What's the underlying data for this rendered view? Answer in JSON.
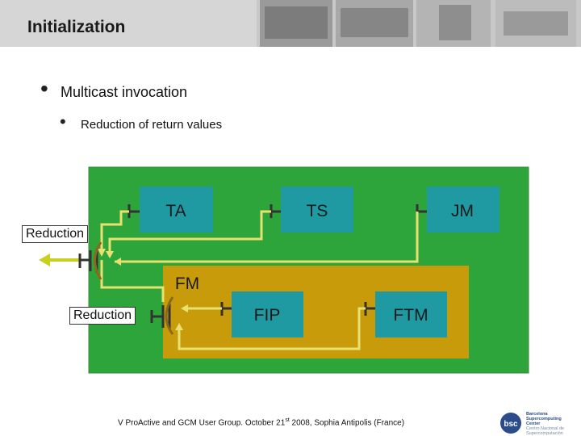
{
  "header": {
    "title": "Initialization"
  },
  "bullets": {
    "level1": "Multicast invocation",
    "level2": "Reduction of return values"
  },
  "diagram": {
    "boxes": {
      "ta": "TA",
      "ts": "TS",
      "jm": "JM",
      "fm": "FM",
      "fip": "FIP",
      "ftm": "FTM"
    },
    "reduction_top": "Reduction",
    "reduction_bottom": "Reduction",
    "colors": {
      "outer_green": "#2ea53a",
      "box_teal": "#1f9aa3",
      "fm_orange": "#c89b0a",
      "arrow_yellow": "#e8e070",
      "reduction_arrow": "#c8d020",
      "port": "#333333",
      "bracket": "#8a6a1a"
    }
  },
  "footer": {
    "text_before": "V ProActive and GCM User Group. October 21",
    "superscript": "st",
    "text_after": " 2008, Sophia Antipolis (France)"
  },
  "logo": {
    "badge": "bsc",
    "name_line1": "Barcelona",
    "name_line2": "Supercomputing",
    "name_line3": "Center",
    "tagline": "Centro Nacional de Supercomputación"
  }
}
